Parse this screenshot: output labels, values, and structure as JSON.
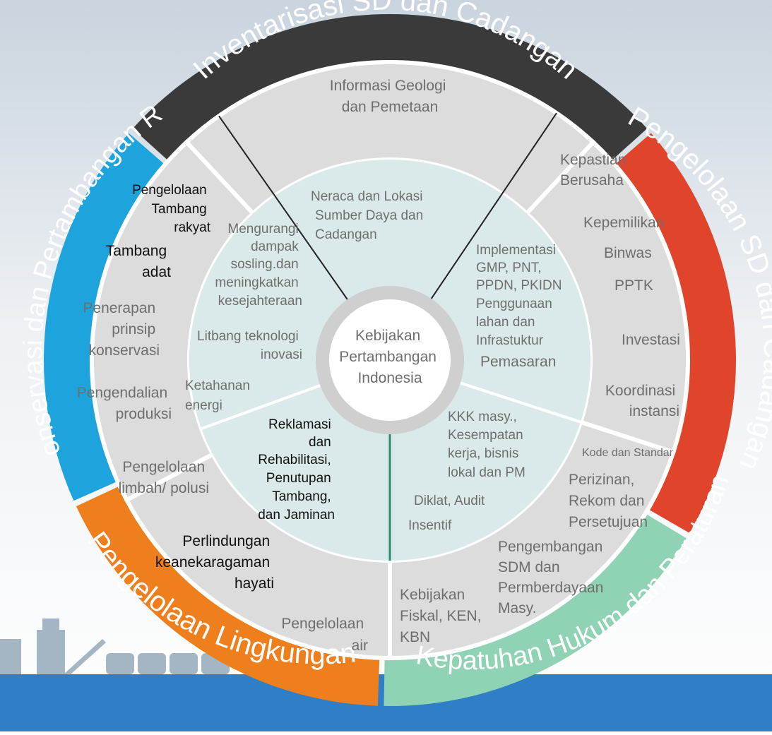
{
  "center": {
    "lines": [
      "Kebijakan",
      "Pertambangan",
      "Indonesia"
    ]
  },
  "outer_ring": [
    {
      "key": "inventarisasi",
      "label": "Inventarisasi SD dan Cadangan",
      "color": "#3a3a3a"
    },
    {
      "key": "pengelolaan_sd",
      "label": "Pengelolaan SD dan Cadangan",
      "color": "#e0442b"
    },
    {
      "key": "kepatuhan",
      "label": "Kepatuhan Hukum dan Peraturan",
      "color": "#8fd3b4"
    },
    {
      "key": "lingkungan",
      "label": "Pengelolaan Lingkungan",
      "color": "#ef7f1d"
    },
    {
      "key": "konservasi",
      "label": "Konservasi dan Pertambangan Ra",
      "color": "#1ea4dc"
    }
  ],
  "segment_items": {
    "informasi_geologi": [
      "Informasi Geologi",
      "dan Pemetaan"
    ],
    "kepastian_berusaha": [
      "Kepastian",
      "Berusaha"
    ],
    "kepemilikan": [
      "Kepemilikan"
    ],
    "binwas": [
      "Binwas"
    ],
    "pptk": [
      "PPTK"
    ],
    "investasi": [
      "Investasi"
    ],
    "koordinasi": [
      "Koordinasi",
      "instansi"
    ],
    "kode_standar": [
      "Kode dan Standar"
    ],
    "perizinan": [
      "Perizinan,",
      "Rekom dan",
      "Persetujuan"
    ],
    "pengembangan_sdm": [
      "Pengembangan",
      "SDM dan",
      "Permberdayaan",
      "Masy."
    ],
    "kebijakan_fiskal": [
      "Kebijakan",
      "Fiskal, KEN,",
      "KBN"
    ],
    "pengelolaan_air": [
      "Pengelolaan",
      "air"
    ],
    "perlindungan": [
      "Perlindungan",
      "keanekaragaman",
      "hayati"
    ],
    "pengelolaan_limbah": [
      "Pengelolaan",
      "limbah/ polusi"
    ],
    "pengendalian": [
      "Pengendalian",
      "produksi"
    ],
    "penerapan": [
      "Penerapan",
      "prinsip",
      "konservasi"
    ],
    "tambang_adat": [
      "Tambang",
      "adat"
    ],
    "pengelolaan_tambang": [
      "Pengelolaan",
      "Tambang",
      "rakyat"
    ]
  },
  "inner_items": {
    "neraca": [
      "Neraca dan Lokasi",
      "Sumber Daya dan",
      "Cadangan"
    ],
    "mengurangi": [
      "Mengurangi",
      "dampak",
      "sosling.dan",
      "meningkatkan",
      "kesejahteraan"
    ],
    "litbang": [
      "Litbang teknologi",
      "inovasi"
    ],
    "ketahanan": [
      "Ketahanan",
      "energi"
    ],
    "implementasi": [
      "Implementasi",
      "GMP, PNT,",
      "PPDN, PKIDN",
      "Penggunaan",
      "lahan dan",
      "Infrastuktur"
    ],
    "pemasaran": [
      "Pemasaran"
    ],
    "kkk": [
      "KKK masy.,",
      "Kesempatan",
      "kerja, bisnis",
      "lokal dan PM"
    ],
    "diklat": [
      "Diklat, Audit"
    ],
    "insentif": [
      "Insentif"
    ],
    "reklamasi": [
      "Reklamasi",
      "dan",
      "Rehabilitasi,",
      "Penutupan",
      "Tambang,",
      "dan Jaminan"
    ]
  },
  "colors": {
    "segment_fill": "#dcdcdc",
    "inner_fill": "#daeaea",
    "hub_ring": "#cfcfcf",
    "bottom_band": "#2f7fc6",
    "text_gray": "#6e6e6e",
    "text_dark": "#111111"
  }
}
